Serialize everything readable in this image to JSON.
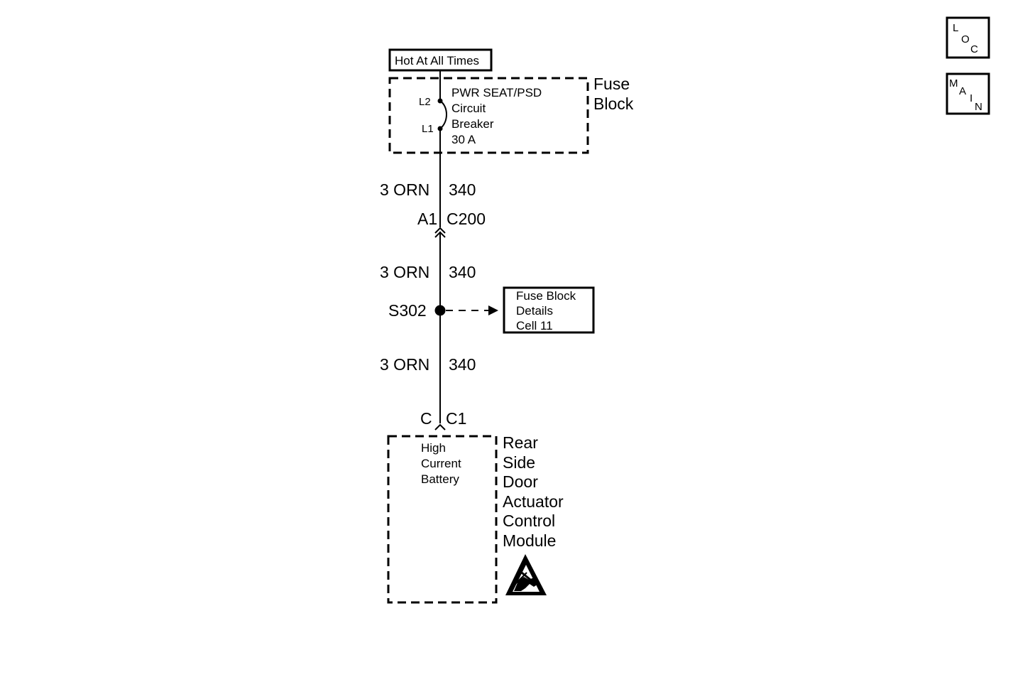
{
  "power": {
    "hot_label": "Hot At All Times"
  },
  "fuse_block": {
    "name_lines": [
      "Fuse",
      "Block"
    ],
    "breaker_lines": [
      "PWR SEAT/PSD",
      "Circuit",
      "Breaker",
      "30 A"
    ],
    "terminal_top": "L2",
    "terminal_bottom": "L1"
  },
  "wires": [
    {
      "gauge_color": "3 ORN",
      "circuit": "340"
    },
    {
      "gauge_color": "3 ORN",
      "circuit": "340"
    },
    {
      "gauge_color": "3 ORN",
      "circuit": "340"
    }
  ],
  "connector_c200": {
    "pin": "A1",
    "name": "C200"
  },
  "splice": {
    "name": "S302",
    "ref_lines": [
      "Fuse Block",
      "Details",
      "Cell 11"
    ]
  },
  "connector_c1": {
    "pin": "C",
    "name": "C1"
  },
  "module": {
    "inner_lines": [
      "High",
      "Current",
      "Battery"
    ],
    "name_lines": [
      "Rear",
      "Side",
      "Door",
      "Actuator",
      "Control",
      "Module"
    ],
    "esd_icon": "esd-sensitive-icon"
  },
  "nav": {
    "loc_letters": [
      "L",
      "O",
      "C"
    ],
    "main_letters": [
      "M",
      "A",
      "I",
      "N"
    ]
  },
  "colors": {
    "ink": "#000000",
    "paper": "#ffffff"
  }
}
